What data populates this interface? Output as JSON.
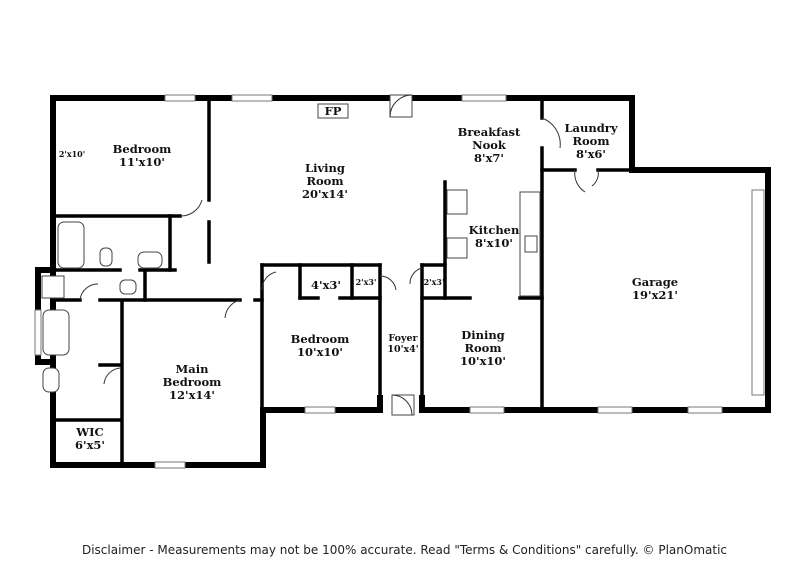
{
  "rooms": {
    "bedroom_nw": {
      "name": "Bedroom",
      "size": "11'x10'"
    },
    "closet_nw": {
      "size": "2'x10'"
    },
    "living": {
      "name1": "Living",
      "name2": "Room",
      "size": "20'x14'"
    },
    "fireplace": {
      "label": "FP"
    },
    "breakfast": {
      "name1": "Breakfast",
      "name2": "Nook",
      "size": "8'x7'"
    },
    "laundry": {
      "name1": "Laundry",
      "name2": "Room",
      "size": "8'x6'"
    },
    "kitchen": {
      "name": "Kitchen",
      "size": "8'x10'"
    },
    "garage": {
      "name": "Garage",
      "size": "19'x21'"
    },
    "closet_4x3": {
      "size": "4'x3'"
    },
    "closet_2x3a": {
      "size": "2'x3'"
    },
    "closet_2x3b": {
      "size": "2'x3'"
    },
    "bedroom_center": {
      "name": "Bedroom",
      "size": "10'x10'"
    },
    "foyer": {
      "name": "Foyer",
      "size": "10'x4'"
    },
    "dining": {
      "name1": "Dining",
      "name2": "Room",
      "size": "10'x10'"
    },
    "main_bedroom": {
      "name1": "Main",
      "name2": "Bedroom",
      "size": "12'x14'"
    },
    "wic": {
      "name": "WIC",
      "size": "6'x5'"
    }
  },
  "disclaimer": "Disclaimer - Measurements may not be 100% accurate. Read \"Terms & Conditions\" carefully. © PlanOmatic"
}
